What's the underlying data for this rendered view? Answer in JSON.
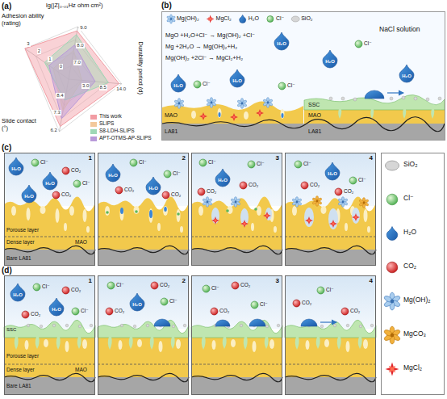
{
  "diagram": {
    "nodes": [
      {
        "text": [
          "NaCl solution"
        ]
      },
      {
        "text": [
          "1"
        ]
      },
      {
        "text": [
          "2"
        ]
      },
      {
        "text": [
          "3"
        ]
      },
      {
        "text": [
          "4"
        ]
      },
      {
        "text": [
          "1"
        ]
      },
      {
        "text": [
          "2"
        ]
      },
      {
        "text": [
          "3"
        ]
      },
      {
        "text": [
          "4"
        ]
      }
    ],
    "labels": [
      "(a)",
      "Adhesion ability (rating)",
      "lg(|Z|₀.₀₁Hz ohm cm²)",
      "Durability period (d)",
      "Slide contact (°)",
      "0",
      "1",
      "2",
      "3",
      "7.0",
      "8.0",
      "9.0",
      "3.0",
      "8.5",
      "14.0",
      "8.4",
      "7.3",
      "6.2",
      "(b)",
      "MgO +H₂O+Cl⁻ → Mg(OH)₂ +Cl⁻",
      "Mg +2H₂O → Mg(OH)₂+H₂",
      "Mg(OH)₂ +2Cl⁻ → MgCl₂+H₂",
      "MAO",
      "LA81",
      "SSC",
      "MAO",
      "LA81",
      "H₂O",
      "H₂O",
      "Cl⁻",
      "H₂O",
      "Cl⁻",
      "H₂O",
      "Cl⁻",
      "H₂O",
      "(c)",
      "Porouse layer",
      "Dense layer",
      "MAO",
      "Bare LA81",
      "H₂O",
      "H₂O",
      "H₂O",
      "Cl⁻",
      "Cl⁻",
      "CO₂",
      "CO₂",
      "H₂O",
      "H₂O",
      "Cl⁻",
      "Cl⁻",
      "CO₂",
      "CO₂",
      "H₂O",
      "Cl⁻",
      "Cl⁻",
      "CO₂",
      "CO₂",
      "H₂O",
      "Cl⁻",
      "Cl⁻",
      "CO₂",
      "CO₂",
      "(d)",
      "SSC",
      "Porouse layer",
      "Dense layer",
      "MAO",
      "Bare LA81",
      "H₂O",
      "H₂O",
      "Cl⁻",
      "Cl⁻",
      "CO₂",
      "CO₂",
      "H₂O",
      "Cl⁻",
      "Cl⁻",
      "CO₂",
      "CO₂",
      "Cl⁻",
      "Cl⁻",
      "CO₂",
      "CO₂",
      "Cl⁻",
      "CO₂",
      "CO₂"
    ],
    "legend": [
      {
        "text": "This work",
        "color": "#f29ca3"
      },
      {
        "text": "SLIPS",
        "color": "#f3c89b"
      },
      {
        "text": "S8-LDH-SLIPS",
        "color": "#9fd8b6"
      },
      {
        "text": "APT-OTMS-AP-SLIPS",
        "color": "#b99ad9"
      },
      {
        "text": "Mg(OH)₂"
      },
      {
        "text": "MgCl₂"
      },
      {
        "text": "H₂O"
      },
      {
        "text": "Cl⁻"
      },
      {
        "text": "SiO₂"
      },
      {
        "text": "SiO₂"
      },
      {
        "text": "Cl⁻"
      },
      {
        "text": "H₂O"
      },
      {
        "text": "CO₂"
      },
      {
        "text": "Mg(OH)₂"
      },
      {
        "text": "MgCO₃"
      },
      {
        "text": "MgCl₂"
      }
    ]
  }
}
